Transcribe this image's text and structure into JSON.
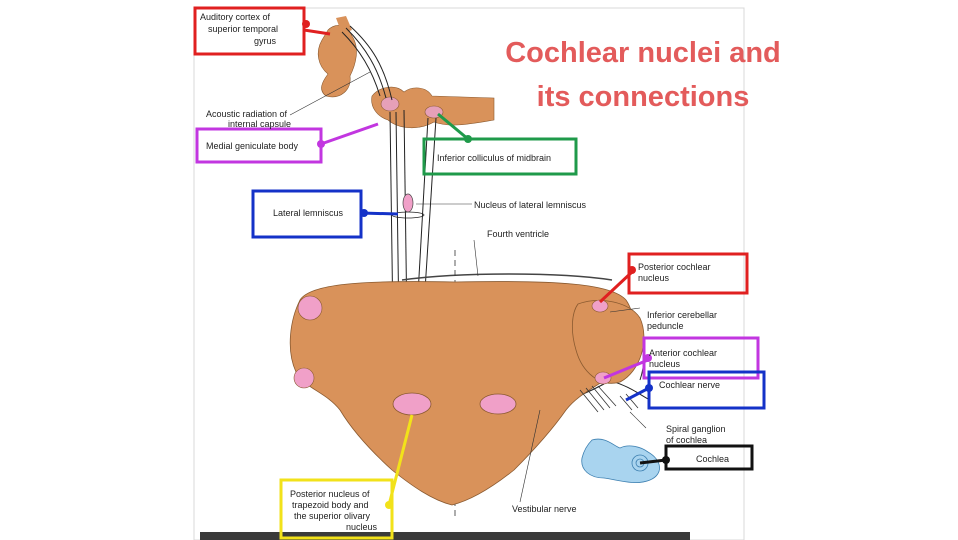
{
  "title_line1": "Cochlear nuclei and",
  "title_line2": "its connections",
  "labels": {
    "auditory_cortex": [
      "Auditory cortex of",
      "superior temporal",
      "gyrus"
    ],
    "acoustic_radiation": [
      "Acoustic radiation of",
      "internal capsule"
    ],
    "medial_geniculate": "Medial geniculate body",
    "inferior_colliculus": "Inferior colliculus of midbrain",
    "lateral_lemniscus": "Lateral lemniscus",
    "nucleus_lateral_lemniscus": "Nucleus of lateral lemniscus",
    "fourth_ventricle": "Fourth ventricle",
    "posterior_cochlear": [
      "Posterior cochlear",
      "nucleus"
    ],
    "inferior_cerebellar": [
      "Inferior cerebellar",
      "peduncle"
    ],
    "anterior_cochlear": [
      "Anterior cochlear",
      "nucleus"
    ],
    "cochlear_nerve": "Cochlear nerve",
    "spiral_ganglion": [
      "Spiral ganglion",
      "of cochlea"
    ],
    "cochlea": "Cochlea",
    "vestibular_nerve": "Vestibular nerve",
    "trapezoid": [
      "Posterior nucleus of",
      "trapezoid body and",
      "the superior olivary",
      "nucleus"
    ]
  },
  "colors": {
    "red": "#e02020",
    "magenta": "#c236e0",
    "green": "#1f9a4a",
    "blue": "#1432c8",
    "yellow": "#f2e21a",
    "black": "#111111",
    "tissue": "#d9925a",
    "pink": "#f0a0c8",
    "cochlea": "#a9d4ef",
    "title": "#e35b5b"
  }
}
